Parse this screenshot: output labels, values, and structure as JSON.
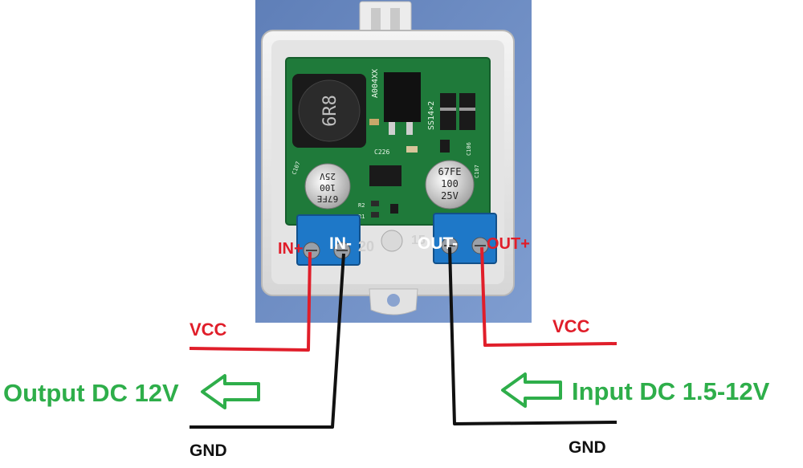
{
  "terminals": {
    "in_plus": "IN+",
    "in_minus": "IN-",
    "out_minus": "OUT-",
    "out_plus": "OUT+"
  },
  "board_silkscreen": {
    "model": "A004XX",
    "diode": "SS14×2",
    "inductor": "6R8",
    "cap_left_line1": "67FE",
    "cap_left_line2": "100",
    "cap_left_line3": "25V",
    "cap_right_line1": "67FE",
    "cap_right_line2": "100",
    "cap_right_line3": "25V",
    "c226": "C226",
    "c106": "C106",
    "c107_left": "C107",
    "c107_right": "C107",
    "r1": "R1",
    "r2": "R2",
    "num_20": "20",
    "num_15": "15"
  },
  "left_side": {
    "vcc_label": "VCC",
    "gnd_label": "GND",
    "direction_label": "Output DC 12V"
  },
  "right_side": {
    "vcc_label": "VCC",
    "gnd_label": "GND",
    "direction_label": "Input DC 1.5-12V"
  },
  "colors": {
    "vcc_wire": "#e01e2a",
    "gnd_wire": "#111111",
    "label_green": "#2eae4a",
    "pcb_green": "#1f7a3a",
    "terminal_blue": "#1e78c8",
    "photo_bg": "#6f8fc4"
  }
}
